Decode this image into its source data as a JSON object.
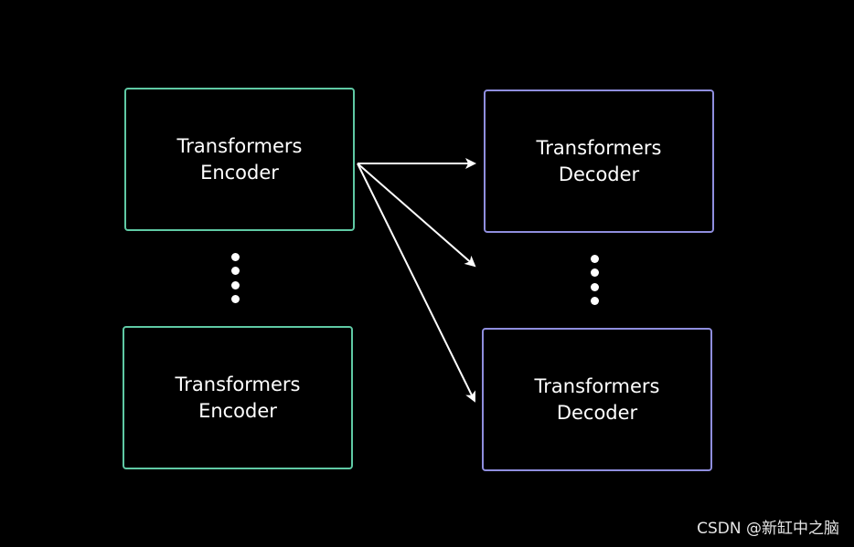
{
  "encoder_boxes": [
    {
      "line1": "Transformers",
      "line2": "Encoder"
    },
    {
      "line1": "Transformers",
      "line2": "Encoder"
    }
  ],
  "decoder_boxes": [
    {
      "line1": "Transformers",
      "line2": "Decoder"
    },
    {
      "line1": "Transformers",
      "line2": "Decoder"
    }
  ],
  "colors": {
    "background": "#000000",
    "encoder_border": "#5fc9a4",
    "decoder_border": "#8f8ede",
    "text": "#ffffff",
    "arrow": "#ffffff"
  },
  "watermark": "CSDN @新缸中之脑"
}
